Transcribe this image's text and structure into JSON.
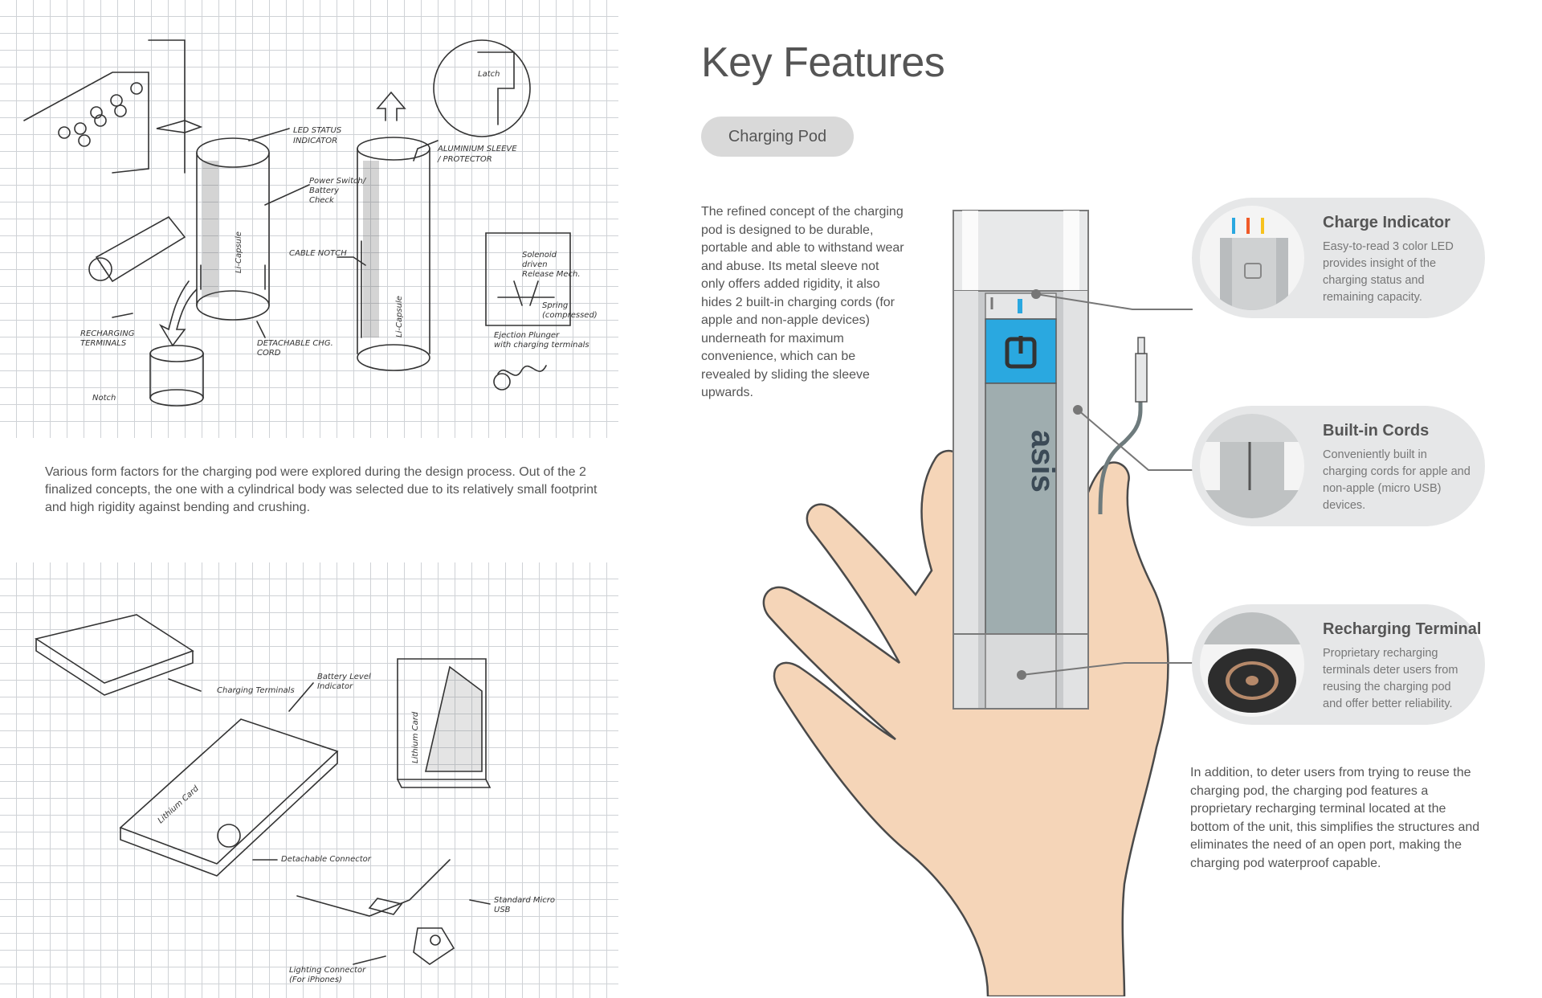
{
  "sketch_top": {
    "labels": {
      "led": "LED STATUS\nINDICATOR",
      "sleeve": "ALUMINIUM SLEEVE\n/ PROTECTOR",
      "power": "Power Switch/\nBattery\nCheck",
      "cable": "CABLE NOTCH",
      "recharging": "RECHARGING\nTERMINALS",
      "detachable": "DETACHABLE CHG.\nCORD",
      "capsule": "Li-Capsule",
      "solenoid": "Solenoid\ndriven\nRelease Mech.",
      "spring": "Spring\n(compressed)",
      "ejection": "Ejection Plunger\nwith charging terminals",
      "latch": "Latch",
      "notch": "Notch"
    }
  },
  "left_caption": "Various form factors for the charging pod were explored during the design process. Out of the 2 finalized concepts, the one with a cylindrical body was selected due to its relatively small footprint and high rigidity against bending and crushing.",
  "sketch_bottom": {
    "labels": {
      "charging_terminals": "Charging Terminals",
      "battery_level": "Battery Level\nIndicator",
      "lithium_card": "Lithium Card",
      "detachable_connector": "Detachable Connector",
      "micro_usb": "Standard Micro\nUSB",
      "lightning": "Lighting Connector\n(For iPhones)"
    }
  },
  "header": {
    "title": "Key Features",
    "pill": "Charging Pod"
  },
  "description": "The refined concept of the charging pod is designed to be durable, portable and able to withstand wear and abuse. Its metal sleeve not only offers added rigidity, it also hides 2 built-in charging cords (for apple and non-apple devices) underneath for maximum convenience, which can be revealed by sliding the sleeve upwards.",
  "product": {
    "brand": "asis"
  },
  "features": [
    {
      "title": "Charge Indicator",
      "text": "Easy-to-read 3 color LED provides insight of the charging status and remaining capacity."
    },
    {
      "title": "Built-in Cords",
      "text": "Conveniently built in charging cords for apple and non-apple (micro USB) devices."
    },
    {
      "title": "Recharging Terminal",
      "text": "Proprietary recharging terminals deter users from reusing the charging pod and offer better reliability."
    }
  ],
  "additional": "In addition, to deter users from trying to reuse the charging pod, the charging pod features a proprietary recharging terminal located at the bottom of the unit, this simplifies the structures and eliminates the need of an open port, making the charging pod waterproof capable.",
  "colors": {
    "accent_blue": "#2aa8e0",
    "device_grey": "#c8cacc",
    "skin": "#f5d5b8",
    "pill": "#d9d9d9",
    "card": "#e6e7e8"
  }
}
